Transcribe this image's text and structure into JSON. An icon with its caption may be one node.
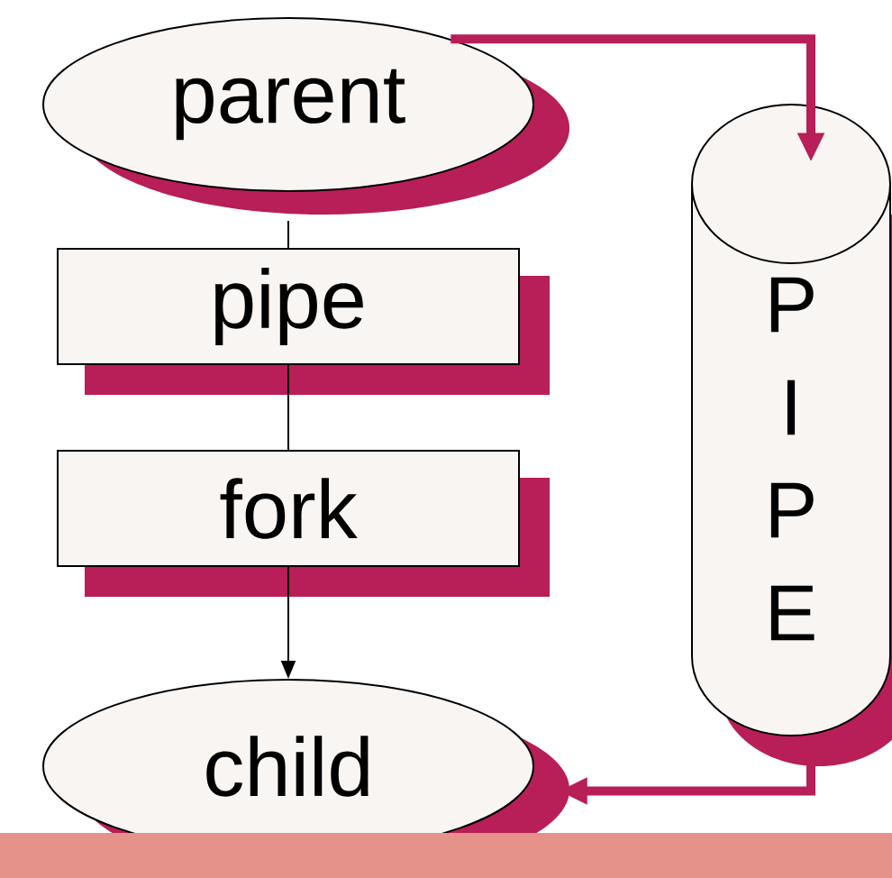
{
  "diagram": {
    "nodes": [
      {
        "text": [
          "parent"
        ]
      },
      {
        "text": [
          "pipe"
        ]
      },
      {
        "text": [
          "fork"
        ]
      },
      {
        "text": [
          "child"
        ]
      },
      {
        "text": [
          "P I P E"
        ]
      },
      {
        "text": [],
        "shape": "bar"
      }
    ],
    "edges": [
      {
        "from": 0,
        "to": 1,
        "arrow": "none"
      },
      {
        "from": 1,
        "to": 2,
        "arrow": "none"
      },
      {
        "from": 2,
        "to": 3,
        "arrow": "to"
      },
      {
        "from": 0,
        "to": 4,
        "arrow": "to",
        "style": "thick",
        "color": "#b81e57"
      },
      {
        "from": 4,
        "to": 3,
        "arrow": "to",
        "style": "thick",
        "color": "#b81e57"
      }
    ]
  }
}
